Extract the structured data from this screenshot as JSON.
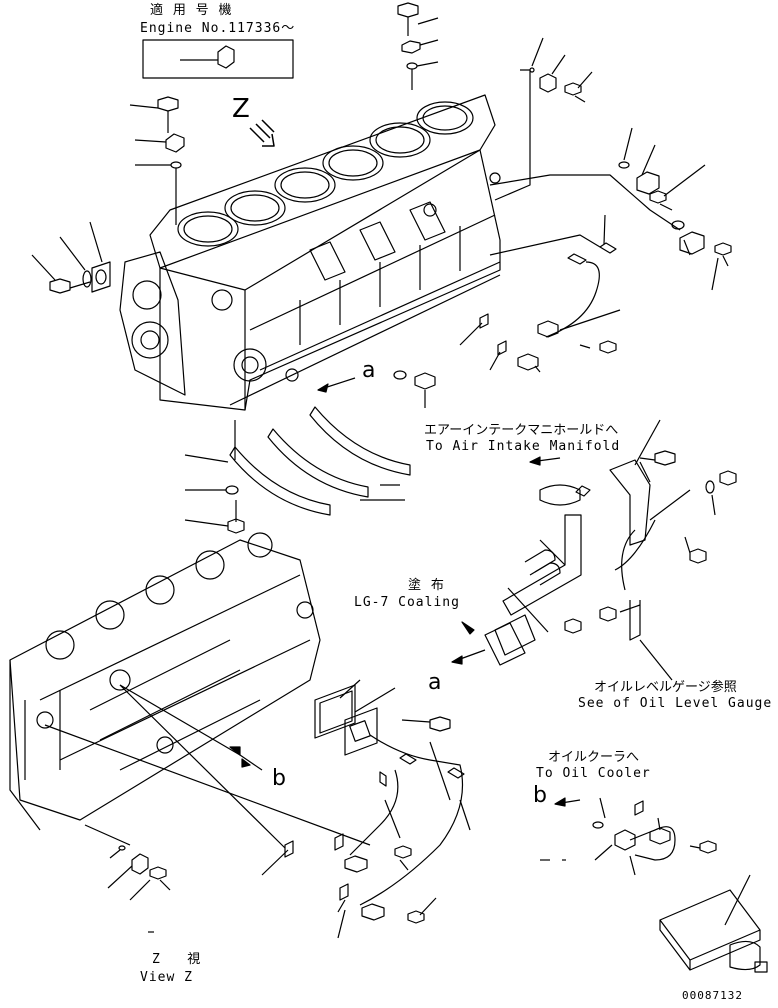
{
  "header": {
    "applicable_jp": "適 用 号 機",
    "engine_no": "Engine No.117336～"
  },
  "labels": {
    "z_marker": "Z",
    "a_marker_top": "a",
    "a_marker_mid": "a",
    "b_marker_left": "b",
    "b_marker_right": "b",
    "air_intake_jp": "エアーインテークマニホールドへ",
    "air_intake_en": "To Air Intake Manifold",
    "coating_jp": "塗 布",
    "coating_en": "LG-7 Coaling",
    "oil_level_jp": "オイルレベルゲージ参照",
    "oil_level_en": "See of Oil Level Gauge",
    "oil_cooler_jp": "オイルクーラへ",
    "oil_cooler_en": "To Oil Cooler",
    "view_jp": "Z   視",
    "view_en": "View Z",
    "drawing_number": "00087132"
  },
  "colors": {
    "line": "#000000",
    "background": "#ffffff"
  }
}
